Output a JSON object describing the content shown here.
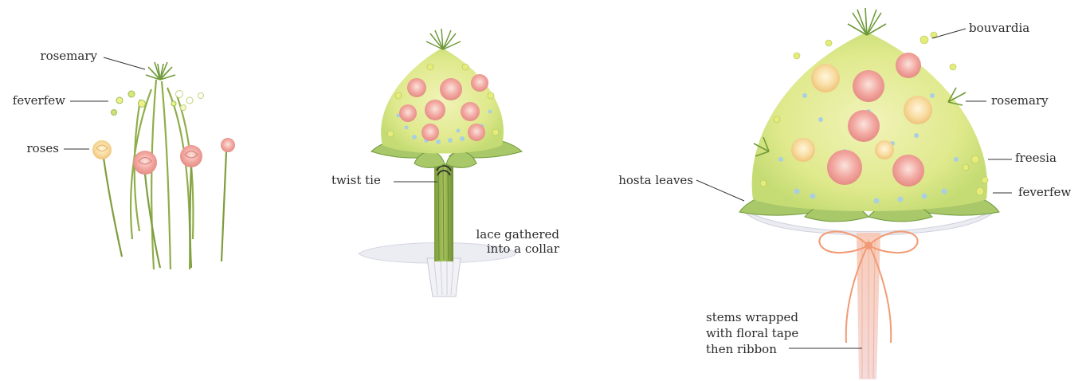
{
  "panels": [
    {
      "id": "stems",
      "labels": [
        "rosemary",
        "feverfew",
        "roses"
      ]
    },
    {
      "id": "gathered",
      "labels": [
        "twist tie",
        "lace gathered",
        "into a collar"
      ]
    },
    {
      "id": "finished",
      "labels": [
        "bouvardia",
        "rosemary",
        "freesia",
        "feverfew",
        "hosta leaves",
        "stems wrapped",
        "with floral tape",
        "then ribbon"
      ]
    }
  ],
  "colors": {
    "rose": "#f2a7a0",
    "rose_dark": "#e0827c",
    "rose_yellow": "#f8dca0",
    "leaf": "#9bbf5a",
    "leaf_dark": "#6f9a3a",
    "stem": "#8fae4a",
    "yellow_flower": "#eef08a",
    "baby_breath": "#a9cfe0",
    "lace": "#e4e4ee",
    "ribbon": "#f6b99a",
    "line": "#333333"
  }
}
